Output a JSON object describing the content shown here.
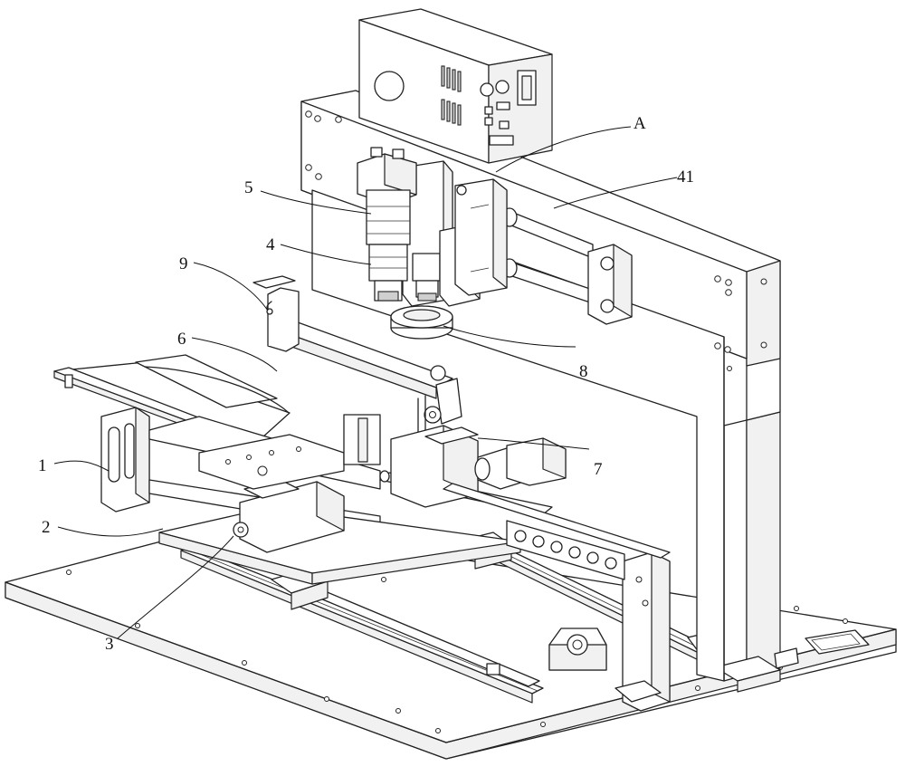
{
  "callouts": [
    {
      "id": "A",
      "text": "A"
    },
    {
      "id": "41",
      "text": "41"
    },
    {
      "id": "5",
      "text": "5"
    },
    {
      "id": "4",
      "text": "4"
    },
    {
      "id": "9",
      "text": "9"
    },
    {
      "id": "6",
      "text": "6"
    },
    {
      "id": "8",
      "text": "8"
    },
    {
      "id": "7",
      "text": "7"
    },
    {
      "id": "1",
      "text": "1"
    },
    {
      "id": "2",
      "text": "2"
    },
    {
      "id": "3",
      "text": "3"
    }
  ]
}
